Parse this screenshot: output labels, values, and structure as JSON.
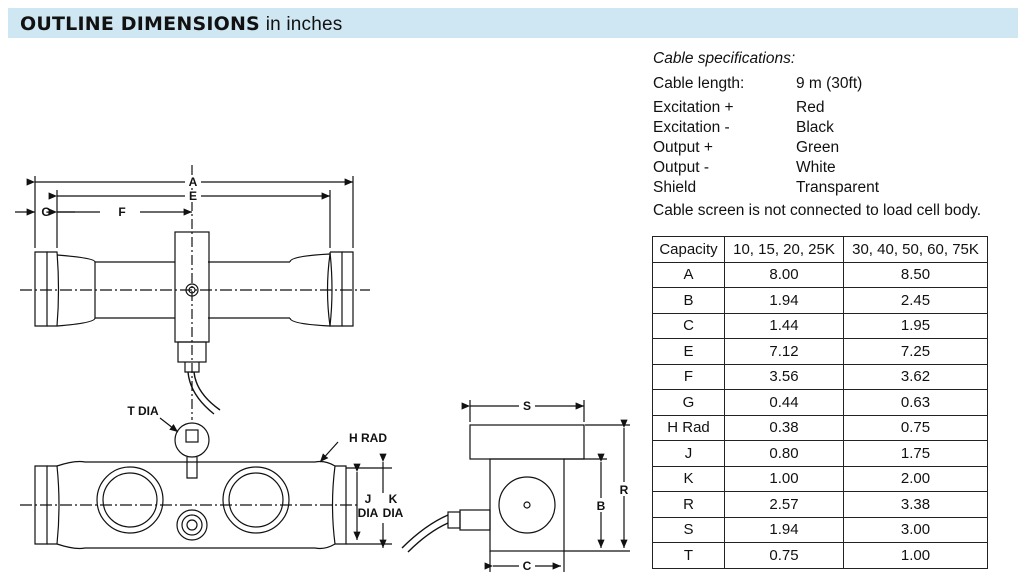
{
  "header": {
    "title": "OUTLINE DIMENSIONS",
    "subtitle": "in inches"
  },
  "drawing_labels": {
    "A": "A",
    "E": "E",
    "G": "G",
    "F": "F",
    "T": "T DIA",
    "H": "H RAD",
    "J": "J",
    "J2": "DIA",
    "K": "K",
    "K2": "DIA",
    "S": "S",
    "B": "B",
    "R": "R",
    "C": "C"
  },
  "cable": {
    "heading": "Cable specifications:",
    "length_label": "Cable length:",
    "length_value": "9 m (30ft)",
    "wires": [
      {
        "label": "Excitation +",
        "value": "Red"
      },
      {
        "label": "Excitation -",
        "value": "Black"
      },
      {
        "label": "Output +",
        "value": "Green"
      },
      {
        "label": "Output -",
        "value": "White"
      },
      {
        "label": "Shield",
        "value": "Transparent"
      }
    ],
    "note": "Cable screen is not connected to load cell body."
  },
  "table": {
    "headers": [
      "Capacity",
      "10, 15, 20, 25K",
      "30, 40, 50, 60, 75K"
    ],
    "rows": [
      [
        "A",
        "8.00",
        "8.50"
      ],
      [
        "B",
        "1.94",
        "2.45"
      ],
      [
        "C",
        "1.44",
        "1.95"
      ],
      [
        "E",
        "7.12",
        "7.25"
      ],
      [
        "F",
        "3.56",
        "3.62"
      ],
      [
        "G",
        "0.44",
        "0.63"
      ],
      [
        "H Rad",
        "0.38",
        "0.75"
      ],
      [
        "J",
        "0.80",
        "1.75"
      ],
      [
        "K",
        "1.00",
        "2.00"
      ],
      [
        "R",
        "2.57",
        "3.38"
      ],
      [
        "S",
        "1.94",
        "3.00"
      ],
      [
        "T",
        "0.75",
        "1.00"
      ]
    ]
  }
}
